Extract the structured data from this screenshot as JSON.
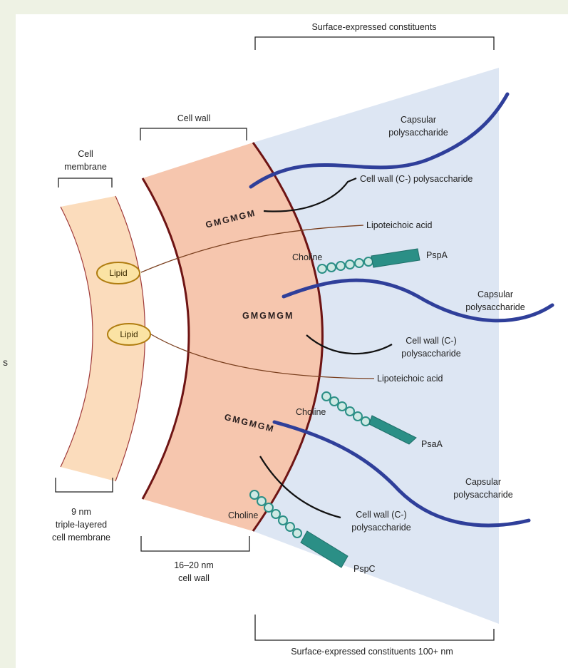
{
  "edge_glyph": "s",
  "labels": {
    "surface_top": "Surface-expressed constituents",
    "surface_bottom": "Surface-expressed constituents 100+ nm",
    "cell_wall": "Cell wall",
    "cell_membrane_line1": "Cell",
    "cell_membrane_line2": "membrane",
    "membrane_dim_1": "9 nm",
    "membrane_dim_2": "triple-layered",
    "membrane_dim_3": "cell membrane",
    "wall_dim_1": "16–20 nm",
    "wall_dim_2": "cell wall",
    "lipid": "Lipid",
    "gmgm": "GMGMGM",
    "choline": "Choline",
    "capsular_1": "Capsular",
    "capsular_2": "polysaccharide",
    "cwp_full": "Cell wall (C-) polysaccharide",
    "cwp_1": "Cell wall (C-)",
    "cwp_2": "polysaccharide",
    "lta": "Lipoteichoic acid",
    "pspa": "PspA",
    "psaa": "PsaA",
    "pspc": "PspC"
  },
  "colors": {
    "membrane_fill": "#fbdcbc",
    "wall_fill": "#f6c6ae",
    "wall_edge": "#6e1414",
    "capsule": "#2f3f9a",
    "surface_zone": "#dde6f3",
    "protein": "#2b8f86",
    "bead": "#cfe9e4",
    "lipid_fill": "#fbe3a4",
    "lipid_edge": "#b07d10",
    "lta_line": "#7a3f1e"
  }
}
